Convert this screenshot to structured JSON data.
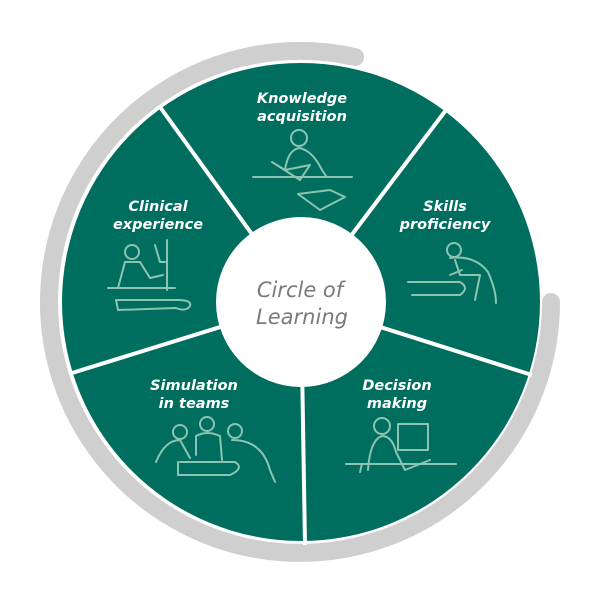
{
  "diagram": {
    "center_title": [
      "Circle of",
      "Learning"
    ],
    "segments": [
      {
        "lines": [
          "Knowledge",
          "acquisition"
        ],
        "icon": "person-reading-icon"
      },
      {
        "lines": [
          "Skills",
          "proficiency"
        ],
        "icon": "person-examining-patient-icon"
      },
      {
        "lines": [
          "Decision",
          "making"
        ],
        "icon": "person-at-computer-icon"
      },
      {
        "lines": [
          "Simulation",
          "in teams"
        ],
        "icon": "team-simulation-icon"
      },
      {
        "lines": [
          "Clinical",
          "experience"
        ],
        "icon": "clinical-bedside-icon"
      }
    ],
    "colors": {
      "segment": "#006e5e",
      "ring": "#c8c8c8",
      "center_text": "#7a7a7a",
      "illustration": "#8cc3b1"
    }
  }
}
